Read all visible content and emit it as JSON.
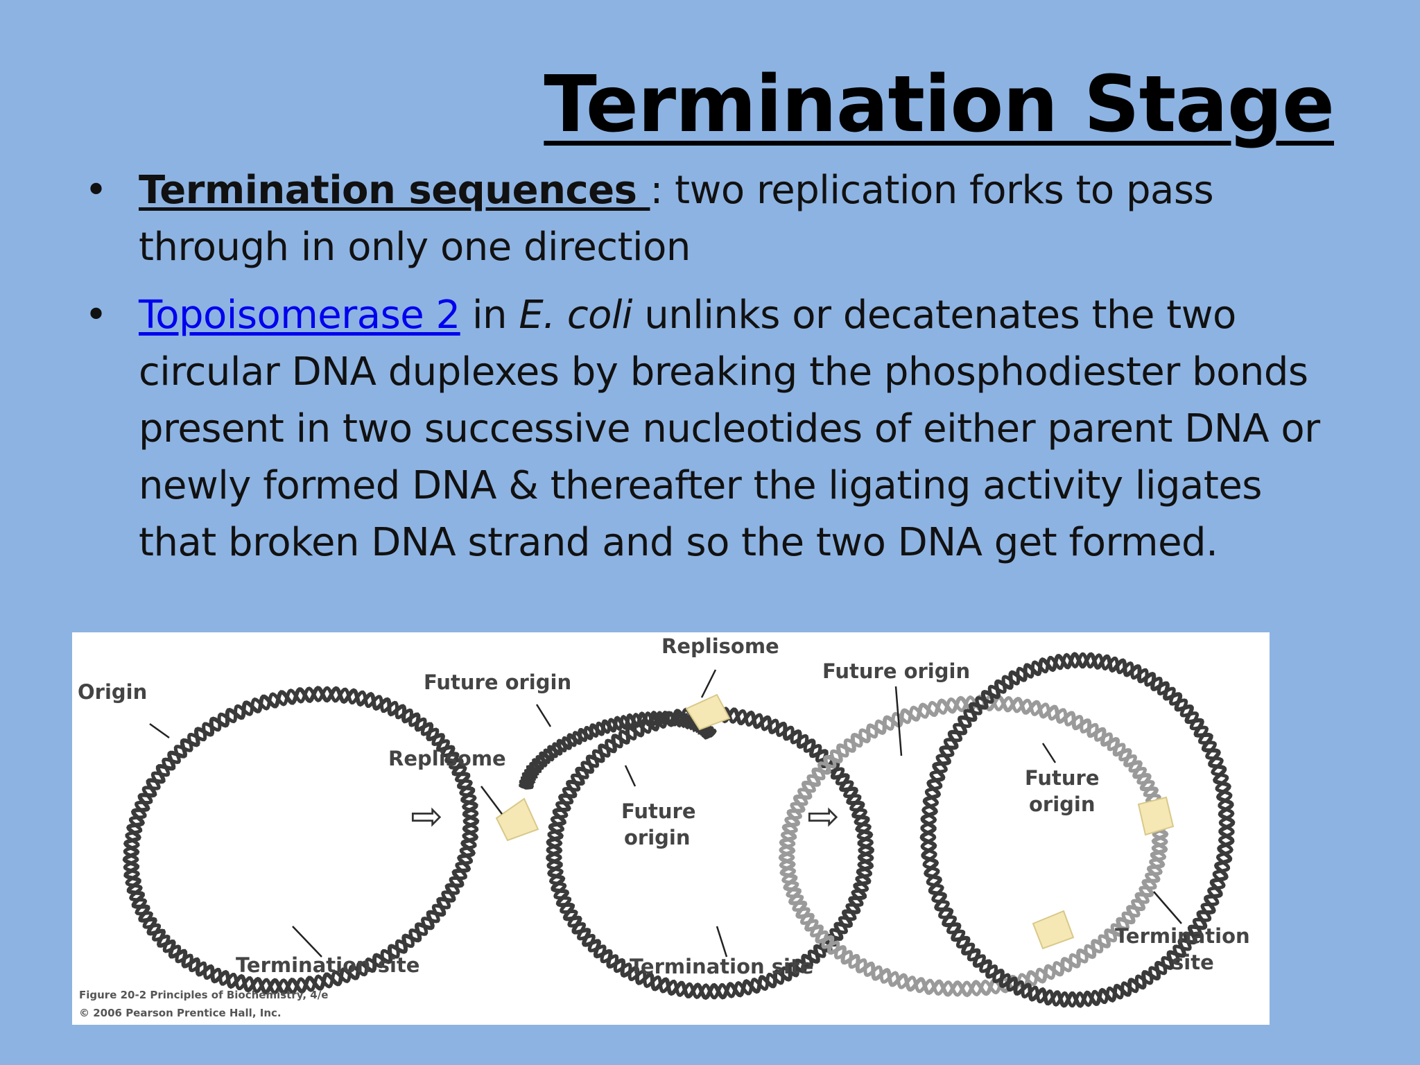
{
  "slide": {
    "title": "Termination Stage",
    "bullet_glyph": "•",
    "bullets": [
      {
        "term": "Termination sequences ",
        "rest": ": two replication forks to pass through in only one direction"
      },
      {
        "link": "Topoisomerase 2",
        "text_before_organism": " in ",
        "organism": "E. coli",
        "rest": " unlinks or decatenates the two circular DNA duplexes by breaking the phosphodiester bonds present in two successive nucleotides of either parent DNA or newly formed DNA & thereafter the ligating activity ligates that broken DNA strand and so the two DNA get formed."
      }
    ]
  },
  "figure": {
    "colors": {
      "dna_dark": "#3a3a3a",
      "dna_light": "#9a9a9a",
      "replisome": "#f6e8b4"
    },
    "labels": {
      "origin": "Origin",
      "termination_site_1": "Termination site",
      "replisome_top": "Replisome",
      "future_origin_top": "Future origin",
      "replisome_left": "Replisome",
      "future_origin_inner_1": "Future",
      "future_origin_inner_2": "origin",
      "termination_site_2": "Termination site",
      "future_origin_right": "Future origin",
      "future_origin_inner_right_1": "Future",
      "future_origin_inner_right_2": "origin",
      "termination_site_right_1": "Termination",
      "termination_site_right_2": "site"
    },
    "arrow_glyph": "⇨",
    "caption_line1": "Figure 20-2  Principles of Biochemistry, 4/e",
    "caption_line2": "© 2006 Pearson Prentice Hall, Inc."
  }
}
